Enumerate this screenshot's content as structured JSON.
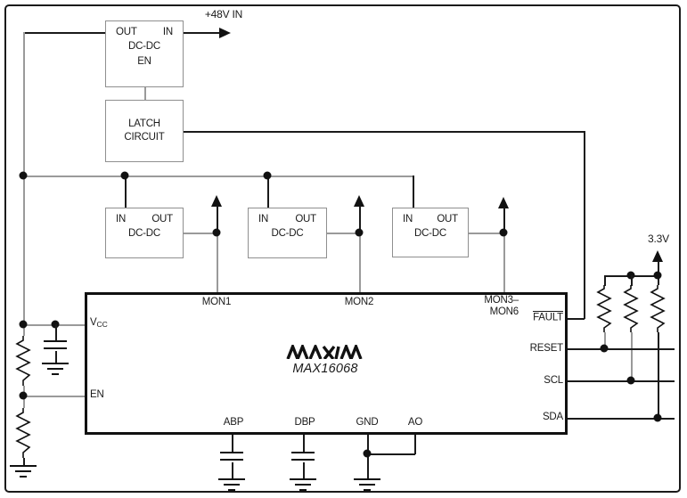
{
  "texts": {
    "supply_48": "+48V IN",
    "supply_33": "3.3V"
  },
  "dcdc_top": {
    "left_pin": "OUT",
    "right_pin": "IN",
    "name": "DC-DC",
    "bottom_pin": "EN"
  },
  "latch": {
    "line1": "LATCH",
    "line2": "CIRCUIT"
  },
  "dcdc_blocks": [
    {
      "left_pin": "IN",
      "right_pin": "OUT",
      "name": "DC-DC"
    },
    {
      "left_pin": "IN",
      "right_pin": "OUT",
      "name": "DC-DC"
    },
    {
      "left_pin": "IN",
      "right_pin": "OUT",
      "name": "DC-DC"
    }
  ],
  "ic": {
    "brand": "MAXIM",
    "part": "MAX16068",
    "pin_vcc_main": "V",
    "pin_vcc_sub": "CC",
    "pin_en": "EN",
    "pin_mon1": "MON1",
    "pin_mon2": "MON2",
    "pin_mon36_line1": "MON3–",
    "pin_mon36_line2": "MON6",
    "pin_fault": "FAULT",
    "pin_reset": "RESET",
    "pin_scl": "SCL",
    "pin_sda": "SDA",
    "pin_abp": "ABP",
    "pin_dbp": "DBP",
    "pin_gnd": "GND",
    "pin_ao": "AO"
  },
  "colors": {
    "wire_black": "#1a1a1a",
    "wire_gray": "#9a9a9a",
    "block_border": "#8f8f8f"
  }
}
